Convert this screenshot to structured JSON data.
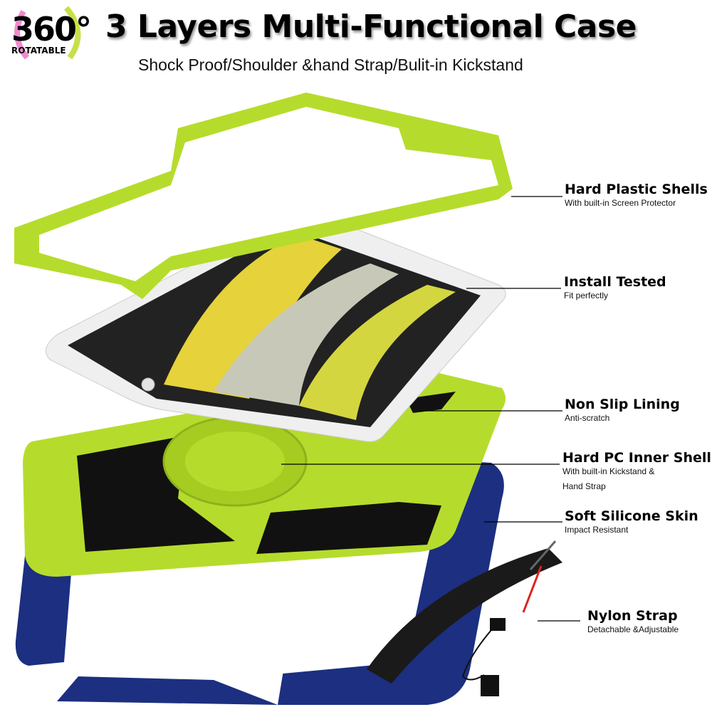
{
  "badge": {
    "number": "360°",
    "label": "ROTATABLE"
  },
  "header": {
    "title": "3 Layers Multi-Functional Case",
    "subtitle": "Shock Proof/Shoulder &hand Strap/Bulit-in Kickstand"
  },
  "callouts": [
    {
      "title": "Hard Plastic Shells",
      "lines": [
        "With built-in Screen Protector"
      ]
    },
    {
      "title": "Install Tested",
      "lines": [
        "Fit perfectly"
      ]
    },
    {
      "title": "Non Slip Lining",
      "lines": [
        "Anti-scratch"
      ]
    },
    {
      "title": "Hard PC Inner Shell",
      "lines": [
        "With built-in Kickstand &",
        "Hand Strap"
      ]
    },
    {
      "title": "Soft Silicone Skin",
      "lines": [
        "Impact Resistant"
      ]
    },
    {
      "title": "Nylon Strap",
      "lines": [
        "Detachable &Adjustable"
      ]
    }
  ],
  "colors": {
    "lime": "#b5dc2c",
    "navy": "#1c2f80",
    "tablet": "#efefef",
    "strap": "#1a1a1a"
  }
}
